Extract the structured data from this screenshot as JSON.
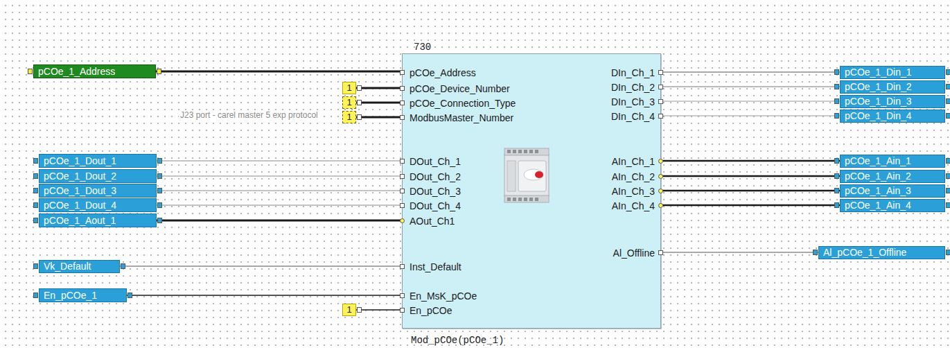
{
  "diagram": {
    "nodes": [
      {
        "text": [
          "pCOe_1_Address"
        ]
      },
      {
        "text": [
          "1"
        ]
      },
      {
        "text": [
          "1"
        ]
      },
      {
        "text": [
          "1"
        ]
      },
      {
        "text": [
          "pCOe_1_Dout_1"
        ]
      },
      {
        "text": [
          "pCOe_1_Dout_2"
        ]
      },
      {
        "text": [
          "pCOe_1_Dout_3"
        ]
      },
      {
        "text": [
          "pCOe_1_Dout_4"
        ]
      },
      {
        "text": [
          "pCOe_1_Aout_1"
        ]
      },
      {
        "text": [
          "Vk_Default"
        ]
      },
      {
        "text": [
          "En_pCOe_1"
        ]
      },
      {
        "text": [
          "1"
        ]
      },
      {
        "text": [
          "730",
          "pCOe_Address",
          "pCOe_Device_Number",
          "pCOe_Connection_Type",
          "ModbusMaster_Number",
          "DOut_Ch_1",
          "DOut_Ch_2",
          "DOut_Ch_3",
          "DOut_Ch_4",
          "AOut_Ch1",
          "Inst_Default",
          "En_MsK_pCOe",
          "En_pCOe",
          "DIn_Ch_1",
          "DIn_Ch_2",
          "DIn_Ch_3",
          "DIn_Ch_4",
          "AIn_Ch_1",
          "AIn_Ch_2",
          "AIn_Ch_3",
          "AIn_Ch_4",
          "Al_Offline",
          "Mod_pCOe(pCOe_1)"
        ]
      },
      {
        "text": [
          "pCOe_1_Din_1"
        ]
      },
      {
        "text": [
          "pCOe_1_Din_2"
        ]
      },
      {
        "text": [
          "pCOe_1_Din_3"
        ]
      },
      {
        "text": [
          "pCOe_1_Din_4"
        ]
      },
      {
        "text": [
          "pCOe_1_Ain_1"
        ]
      },
      {
        "text": [
          "pCOe_1_Ain_2"
        ]
      },
      {
        "text": [
          "pCOe_1_Ain_3"
        ]
      },
      {
        "text": [
          "pCOe_1_Ain_4"
        ]
      },
      {
        "text": [
          "Al_pCOe_1_Offline"
        ]
      }
    ],
    "edges": [
      {
        "from": 0,
        "to": 12,
        "arrow": "none"
      },
      {
        "from": 1,
        "to": 12,
        "arrow": "none"
      },
      {
        "from": 2,
        "to": 12,
        "arrow": "none"
      },
      {
        "from": 3,
        "to": 12,
        "arrow": "none"
      },
      {
        "from": 4,
        "to": 12,
        "arrow": "none"
      },
      {
        "from": 5,
        "to": 12,
        "arrow": "none"
      },
      {
        "from": 6,
        "to": 12,
        "arrow": "none"
      },
      {
        "from": 7,
        "to": 12,
        "arrow": "none"
      },
      {
        "from": 8,
        "to": 12,
        "arrow": "none"
      },
      {
        "from": 9,
        "to": 12,
        "arrow": "none"
      },
      {
        "from": 10,
        "to": 12,
        "arrow": "none"
      },
      {
        "from": 11,
        "to": 12,
        "arrow": "none"
      },
      {
        "from": 12,
        "to": 13,
        "arrow": "none"
      },
      {
        "from": 12,
        "to": 14,
        "arrow": "none"
      },
      {
        "from": 12,
        "to": 15,
        "arrow": "none"
      },
      {
        "from": 12,
        "to": 16,
        "arrow": "none"
      },
      {
        "from": 12,
        "to": 17,
        "arrow": "none"
      },
      {
        "from": 12,
        "to": 18,
        "arrow": "none"
      },
      {
        "from": 12,
        "to": 19,
        "arrow": "none"
      },
      {
        "from": 12,
        "to": 20,
        "arrow": "none"
      },
      {
        "from": 12,
        "to": 21,
        "arrow": "none"
      }
    ],
    "labels": [
      "J23 port - carel master 5 exp protocol"
    ]
  }
}
